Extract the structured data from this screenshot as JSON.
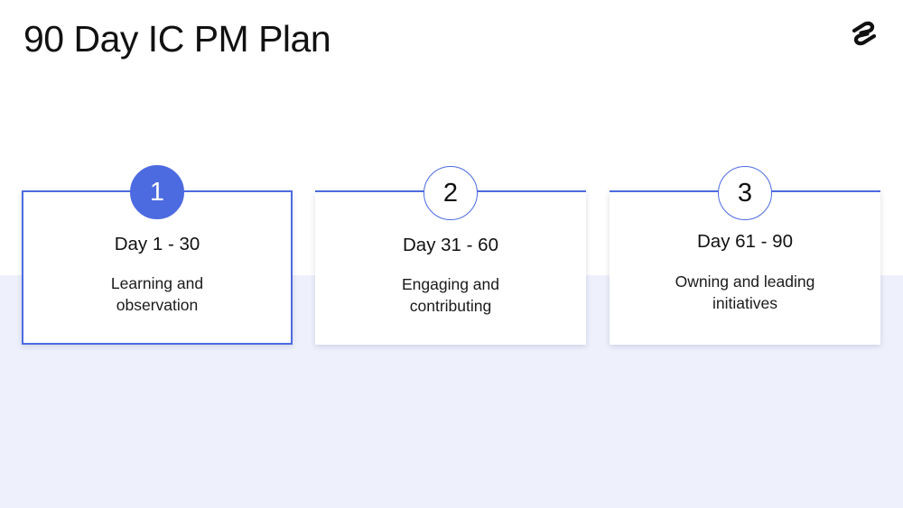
{
  "slide": {
    "title": "90 Day IC PM Plan",
    "logo_icon": "brand-logo-icon"
  },
  "accent_color": "#4d6be0",
  "band_color": "#eef0fc",
  "phases": [
    {
      "number": "1",
      "range": "Day 1 - 30",
      "description": "Learning and observation",
      "active": true
    },
    {
      "number": "2",
      "range": "Day 31 - 60",
      "description": "Engaging and contributing",
      "active": false
    },
    {
      "number": "3",
      "range": "Day 61 - 90",
      "description": "Owning and leading initiatives",
      "active": false
    }
  ]
}
